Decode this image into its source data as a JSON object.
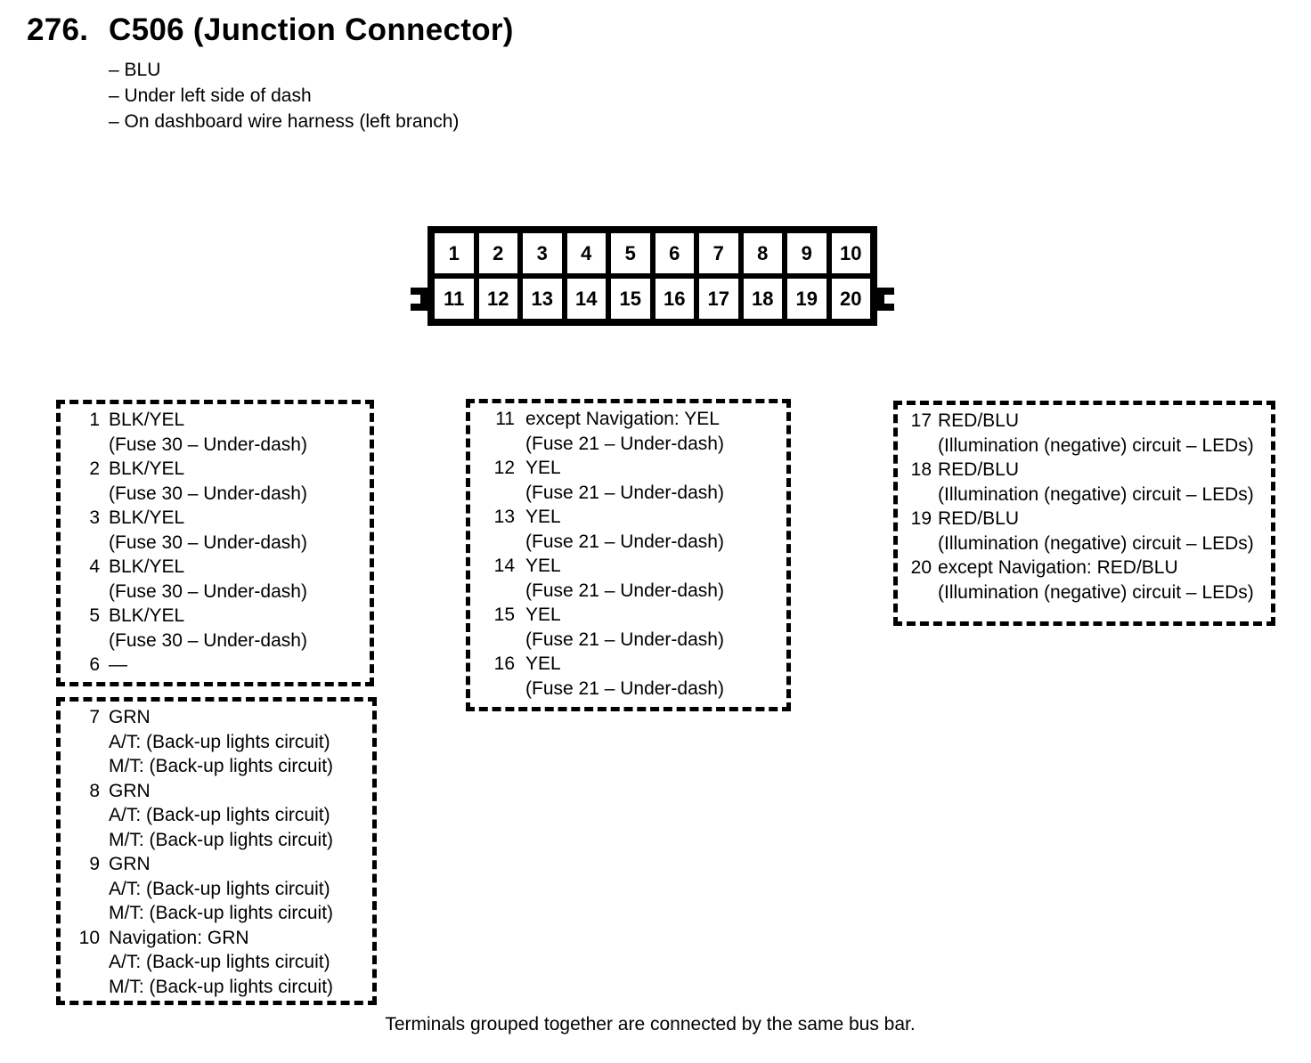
{
  "header": {
    "section_number": "276.",
    "title": "C506 (Junction Connector)",
    "details": [
      "– BLU",
      "– Under left side of dash",
      "– On dashboard wire harness (left branch)"
    ]
  },
  "connector": {
    "rows": [
      {
        "cells": [
          "1",
          "2",
          "3",
          "4",
          "5",
          "6",
          "7",
          "8",
          "9",
          "10"
        ]
      },
      {
        "cells": [
          "11",
          "12",
          "13",
          "14",
          "15",
          "16",
          "17",
          "18",
          "19",
          "20"
        ]
      }
    ]
  },
  "groups": [
    {
      "name": "pins-1-6",
      "lines": [
        {
          "num": "1",
          "text": "BLK/YEL"
        },
        {
          "num": "",
          "text": "(Fuse 30 – Under-dash)"
        },
        {
          "num": "2",
          "text": "BLK/YEL"
        },
        {
          "num": "",
          "text": "(Fuse 30 – Under-dash)"
        },
        {
          "num": "3",
          "text": "BLK/YEL"
        },
        {
          "num": "",
          "text": "(Fuse 30 – Under-dash)"
        },
        {
          "num": "4",
          "text": "BLK/YEL"
        },
        {
          "num": "",
          "text": "(Fuse 30 – Under-dash)"
        },
        {
          "num": "5",
          "text": "BLK/YEL"
        },
        {
          "num": "",
          "text": "(Fuse 30 – Under-dash)"
        },
        {
          "num": "6",
          "text": "—"
        }
      ]
    },
    {
      "name": "pins-7-10",
      "lines": [
        {
          "num": "7",
          "text": "GRN"
        },
        {
          "num": "",
          "text": "A/T: (Back-up lights circuit)"
        },
        {
          "num": "",
          "text": "M/T: (Back-up lights circuit)"
        },
        {
          "num": "8",
          "text": "GRN"
        },
        {
          "num": "",
          "text": "A/T: (Back-up lights circuit)"
        },
        {
          "num": "",
          "text": "M/T: (Back-up lights circuit)"
        },
        {
          "num": "9",
          "text": "GRN"
        },
        {
          "num": "",
          "text": "A/T: (Back-up lights circuit)"
        },
        {
          "num": "",
          "text": "M/T: (Back-up lights circuit)"
        },
        {
          "num": "10",
          "text": "Navigation: GRN"
        },
        {
          "num": "",
          "text": "A/T: (Back-up lights circuit)"
        },
        {
          "num": "",
          "text": "M/T: (Back-up lights circuit)"
        }
      ]
    },
    {
      "name": "pins-11-16",
      "lines": [
        {
          "num": "11",
          "text": "except Navigation: YEL"
        },
        {
          "num": "",
          "text": "(Fuse 21 – Under-dash)"
        },
        {
          "num": "12",
          "text": "YEL"
        },
        {
          "num": "",
          "text": "(Fuse 21 – Under-dash)"
        },
        {
          "num": "13",
          "text": "YEL"
        },
        {
          "num": "",
          "text": "(Fuse 21 – Under-dash)"
        },
        {
          "num": "14",
          "text": "YEL"
        },
        {
          "num": "",
          "text": "(Fuse 21 – Under-dash)"
        },
        {
          "num": "15",
          "text": "YEL"
        },
        {
          "num": "",
          "text": "(Fuse 21 – Under-dash)"
        },
        {
          "num": "16",
          "text": "YEL"
        },
        {
          "num": "",
          "text": "(Fuse 21 – Under-dash)"
        }
      ]
    },
    {
      "name": "pins-17-20",
      "lines": [
        {
          "num": "17",
          "text": "RED/BLU"
        },
        {
          "num": "",
          "text": "(Illumination (negative) circuit – LEDs)"
        },
        {
          "num": "18",
          "text": "RED/BLU"
        },
        {
          "num": "",
          "text": "(Illumination (negative) circuit – LEDs)"
        },
        {
          "num": "19",
          "text": "RED/BLU"
        },
        {
          "num": "",
          "text": "(Illumination (negative) circuit – LEDs)"
        },
        {
          "num": "20",
          "text": "except Navigation: RED/BLU"
        },
        {
          "num": "",
          "text": "(Illumination (negative) circuit – LEDs)"
        }
      ]
    }
  ],
  "footer": {
    "note": "Terminals grouped together are connected by the same bus bar."
  },
  "colors": {
    "ink": "#000000",
    "paper": "#ffffff"
  }
}
